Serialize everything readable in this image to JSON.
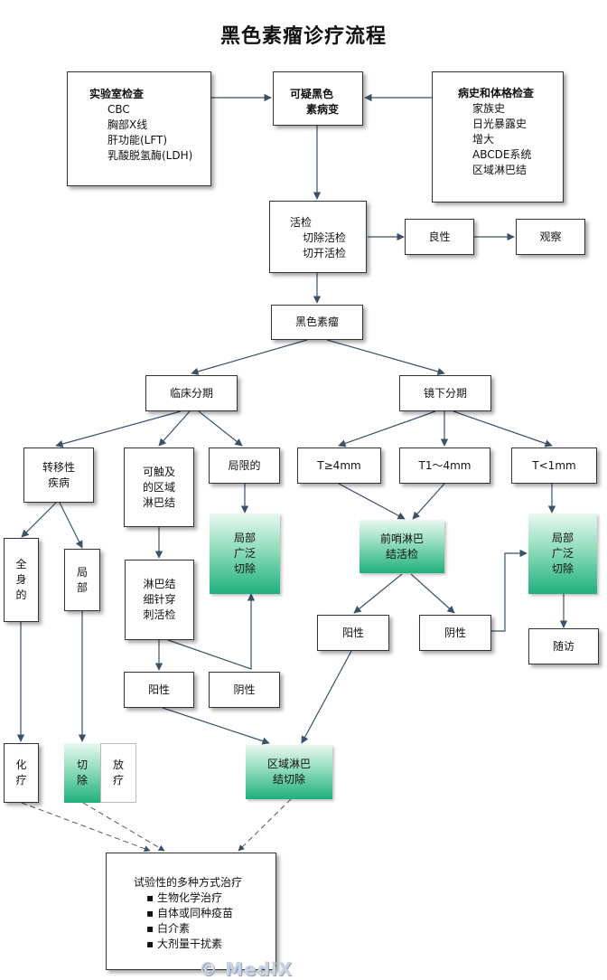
{
  "title": "黑色素瘤诊疗流程",
  "lab": {
    "heading": "实验室检查",
    "items": [
      "CBC",
      "胸部X线",
      "肝功能(LFT)",
      "乳酸脱氢酶(LDH)"
    ]
  },
  "suspect": {
    "line1": "可疑黑色",
    "line2": "素病变"
  },
  "history": {
    "heading": "病史和体格检查",
    "items": [
      "家族史",
      "日光暴露史",
      "增大",
      "ABCDE系统",
      "区域淋巴结"
    ]
  },
  "biopsy": {
    "heading": "活检",
    "items": [
      "切除活检",
      "切开活检"
    ]
  },
  "benign": "良性",
  "observe": "观察",
  "melanoma": "黑色素瘤",
  "clinical_stage": "临床分期",
  "micro_stage": "镜下分期",
  "metastatic": {
    "line1": "转移性",
    "line2": "疾病"
  },
  "palpable": {
    "line1": "可触及",
    "line2": "的区域",
    "line3": "淋巴结"
  },
  "localized": "局限的",
  "wide_excision_1": {
    "line1": "局部",
    "line2": "广泛",
    "line3": "切除"
  },
  "t_ge4": "T≥4mm",
  "t_1to4": "T1～4mm",
  "t_lt1": "T<1mm",
  "sentinel": {
    "line1": "前哨淋巴",
    "line2": "结活检"
  },
  "wide_excision_2": {
    "line1": "局部",
    "line2": "广泛",
    "line3": "切除"
  },
  "systemic": {
    "c1": "全",
    "c2": "身",
    "c3": "的"
  },
  "local": {
    "c1": "局",
    "c2": "部"
  },
  "fna": {
    "line1": "淋巴结",
    "line2": "细针穿",
    "line3": "刺活检"
  },
  "sln_pos": "阳性",
  "sln_neg": "阴性",
  "followup": "随访",
  "fna_pos": "阳性",
  "fna_neg": "阴性",
  "chemo": {
    "c1": "化",
    "c2": "疗"
  },
  "resect": {
    "c1": "切",
    "c2": "除"
  },
  "radio": {
    "c1": "放",
    "c2": "疗"
  },
  "node_dissection": {
    "line1": "区域淋巴",
    "line2": "结切除"
  },
  "trial": {
    "heading": "试验性的多种方式治疗",
    "items": [
      "▪ 生物化学治疗",
      "▪ 自体或同种疫苗",
      "▪ 白介素",
      "▪ 大剂量干扰素"
    ]
  },
  "watermark": "© MediX",
  "colors": {
    "line": "#3b5168",
    "green": "#1fb07c"
  }
}
